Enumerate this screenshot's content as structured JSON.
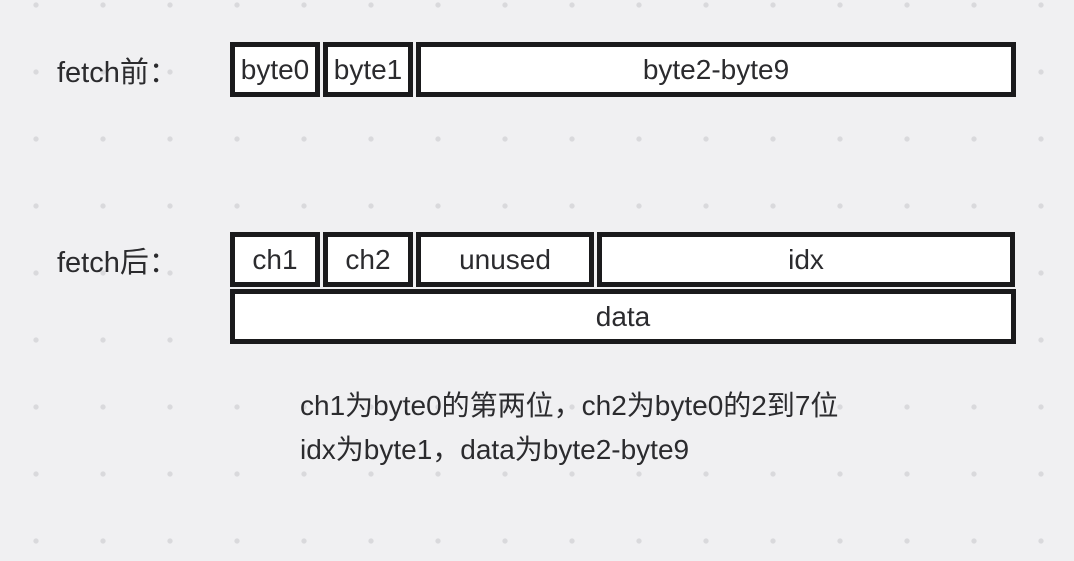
{
  "palette": {
    "background": "#f0f0f2",
    "dot": "#d9d9dc",
    "border": "#1a1a1c",
    "text": "#2b2b2e",
    "cell_background": "#ffffff"
  },
  "before": {
    "label": "fetch前：",
    "cells": [
      {
        "label": "byte0"
      },
      {
        "label": "byte1"
      },
      {
        "label": "byte2-byte9"
      }
    ]
  },
  "after": {
    "label": "fetch后：",
    "row1": [
      {
        "label": "ch1"
      },
      {
        "label": "ch2"
      },
      {
        "label": "unused"
      },
      {
        "label": "idx"
      }
    ],
    "row2": [
      {
        "label": "data"
      }
    ]
  },
  "note": {
    "line1": "ch1为byte0的第两位，ch2为byte0的2到7位",
    "line2": "idx为byte1，data为byte2-byte9"
  }
}
